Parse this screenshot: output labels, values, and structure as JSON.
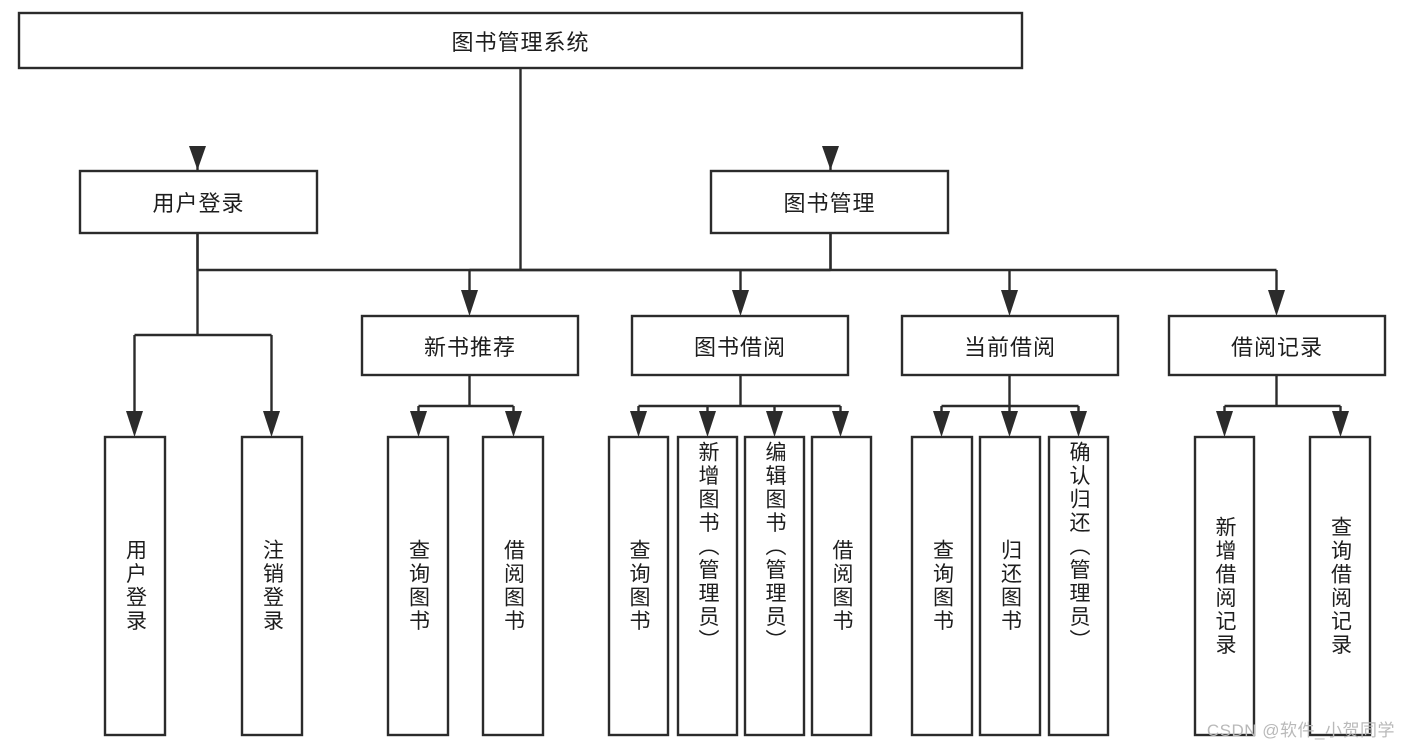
{
  "diagram": {
    "type": "tree-flowchart",
    "title_node": "图书管理系统",
    "watermark": "CSDN @软件_小贺同学",
    "colors": {
      "stroke": "#2b2b2b",
      "fill": "#ffffff",
      "text": "#1d1d1d",
      "watermark": "#b9b9b9"
    },
    "levels": {
      "level1": [
        "图书管理系统"
      ],
      "level2": [
        "用户登录",
        "图书管理"
      ],
      "level3": [
        "新书推荐",
        "图书借阅",
        "当前借阅",
        "借阅记录"
      ],
      "level4": [
        "用户登录",
        "注销登录",
        "查询图书",
        "借阅图书",
        "查询图书",
        "新增图书（管理员）",
        "编辑图书（管理员）",
        "借阅图书",
        "查询图书",
        "归还图书",
        "确认归还（管理员）",
        "新增借阅记录",
        "查询借阅记录"
      ]
    }
  },
  "nodes": {
    "root": {
      "label": "图书管理系统"
    },
    "user_login": {
      "label": "用户登录"
    },
    "book_manage": {
      "label": "图书管理"
    },
    "new_book_rec": {
      "label": "新书推荐"
    },
    "book_borrow": {
      "label": "图书借阅"
    },
    "current_borrow": {
      "label": "当前借阅"
    },
    "borrow_record": {
      "label": "借阅记录"
    },
    "leaf_user_login": {
      "label": "用户登录"
    },
    "leaf_logout": {
      "label": "注销登录"
    },
    "leaf_query_book_1": {
      "label": "查询图书"
    },
    "leaf_borrow_book_1": {
      "label": "借阅图书"
    },
    "leaf_query_book_2": {
      "label": "查询图书"
    },
    "leaf_add_book": {
      "label": "新增图书（管理员）"
    },
    "leaf_edit_book": {
      "label": "编辑图书（管理员）"
    },
    "leaf_borrow_book_2": {
      "label": "借阅图书"
    },
    "leaf_query_book_3": {
      "label": "查询图书"
    },
    "leaf_return_book": {
      "label": "归还图书"
    },
    "leaf_confirm_return": {
      "label": "确认归还（管理员）"
    },
    "leaf_add_record": {
      "label": "新增借阅记录"
    },
    "leaf_query_record": {
      "label": "查询借阅记录"
    }
  },
  "edges": [
    {
      "from": "root",
      "to": "user_login"
    },
    {
      "from": "root",
      "to": "book_manage"
    },
    {
      "from": "user_login",
      "to": "leaf_user_login"
    },
    {
      "from": "user_login",
      "to": "leaf_logout"
    },
    {
      "from": "book_manage",
      "to": "new_book_rec"
    },
    {
      "from": "book_manage",
      "to": "book_borrow"
    },
    {
      "from": "book_manage",
      "to": "current_borrow"
    },
    {
      "from": "book_manage",
      "to": "borrow_record"
    },
    {
      "from": "new_book_rec",
      "to": "leaf_query_book_1"
    },
    {
      "from": "new_book_rec",
      "to": "leaf_borrow_book_1"
    },
    {
      "from": "book_borrow",
      "to": "leaf_query_book_2"
    },
    {
      "from": "book_borrow",
      "to": "leaf_add_book"
    },
    {
      "from": "book_borrow",
      "to": "leaf_edit_book"
    },
    {
      "from": "book_borrow",
      "to": "leaf_borrow_book_2"
    },
    {
      "from": "current_borrow",
      "to": "leaf_query_book_3"
    },
    {
      "from": "current_borrow",
      "to": "leaf_return_book"
    },
    {
      "from": "current_borrow",
      "to": "leaf_confirm_return"
    },
    {
      "from": "borrow_record",
      "to": "leaf_add_record"
    },
    {
      "from": "borrow_record",
      "to": "leaf_query_record"
    }
  ],
  "footer": {
    "watermark": "CSDN @软件_小贺同学"
  }
}
